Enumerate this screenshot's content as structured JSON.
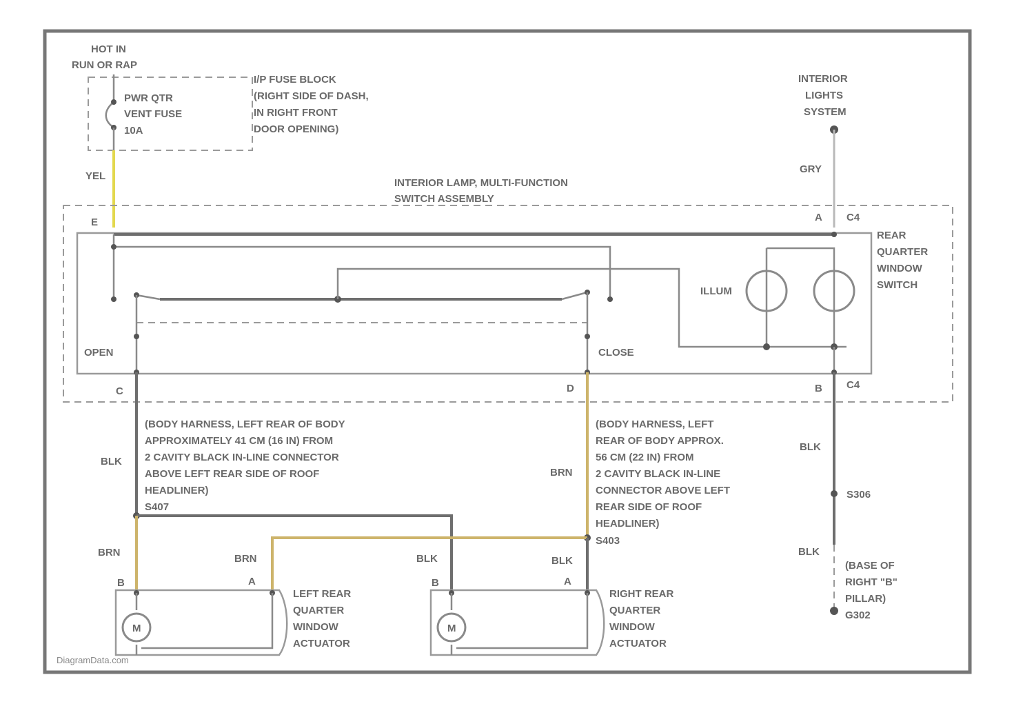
{
  "labels": {
    "hot_in_1": "HOT IN",
    "hot_in_2": "RUN OR RAP",
    "fuse_1": "PWR QTR",
    "fuse_2": "VENT FUSE",
    "fuse_3": "10A",
    "fuse_block_1": "I/P FUSE BLOCK",
    "fuse_block_2": "(RIGHT SIDE OF DASH,",
    "fuse_block_3": "IN RIGHT FRONT",
    "fuse_block_4": "DOOR OPENING)",
    "interior_lights_1": "INTERIOR",
    "interior_lights_2": "LIGHTS",
    "interior_lights_3": "SYSTEM",
    "yel": "YEL",
    "gry": "GRY",
    "assembly_1": "INTERIOR LAMP, MULTI-FUNCTION",
    "assembly_2": "SWITCH ASSEMBLY",
    "pin_e": "E",
    "pin_a_top": "A",
    "c4_top": "C4",
    "rear_switch_1": "REAR",
    "rear_switch_2": "QUARTER",
    "rear_switch_3": "WINDOW",
    "rear_switch_4": "SWITCH",
    "illum": "ILLUM",
    "open": "OPEN",
    "close": "CLOSE",
    "pin_c": "C",
    "pin_d": "D",
    "pin_b_right": "B",
    "c4_bottom": "C4",
    "left_note_1": "(BODY HARNESS, LEFT REAR OF BODY",
    "left_note_2": "APPROXIMATELY 41 CM (16 IN) FROM",
    "left_note_3": "2 CAVITY BLACK IN-LINE CONNECTOR",
    "left_note_4": "ABOVE LEFT REAR SIDE OF ROOF",
    "left_note_5": "HEADLINER)",
    "left_note_6": "S407",
    "right_note_1": "(BODY HARNESS, LEFT",
    "right_note_2": "REAR OF BODY APPROX.",
    "right_note_3": "56 CM (22 IN) FROM",
    "right_note_4": "2 CAVITY BLACK IN-LINE",
    "right_note_5": "CONNECTOR ABOVE LEFT",
    "right_note_6": "REAR SIDE OF ROOF",
    "right_note_7": "HEADLINER)",
    "right_note_8": "S403",
    "blk_left": "BLK",
    "brn_mid": "BRN",
    "blk_right": "BLK",
    "s306": "S306",
    "blk_right2": "BLK",
    "ground_1": "(BASE OF",
    "ground_2": "RIGHT \"B\"",
    "ground_3": "PILLAR)",
    "ground_4": "G302",
    "brn_b": "BRN",
    "brn_a": "BRN",
    "blk_b": "BLK",
    "blk_a": "BLK",
    "pin_b_l": "B",
    "pin_a_l": "A",
    "pin_b_r": "B",
    "pin_a_r": "A",
    "motor_l": "M",
    "motor_r": "M",
    "left_act_1": "LEFT REAR",
    "left_act_2": "QUARTER",
    "left_act_3": "WINDOW",
    "left_act_4": "ACTUATOR",
    "right_act_1": "RIGHT REAR",
    "right_act_2": "QUARTER",
    "right_act_3": "WINDOW",
    "right_act_4": "ACTUATOR",
    "watermark": "DiagramData.com"
  },
  "colors": {
    "yellow_wire": "#e3d84e",
    "brown_wire": "#cdb46b",
    "black_wire": "#6e6e6e",
    "gray_wire": "#b9b9b9"
  }
}
